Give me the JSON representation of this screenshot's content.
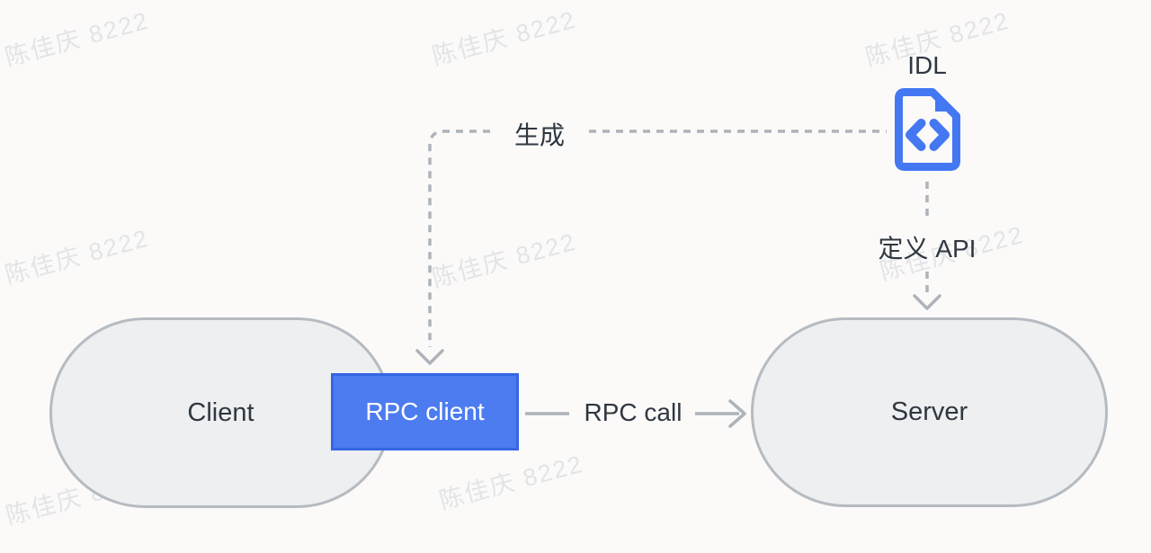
{
  "watermark": {
    "text": "陈佳庆 8222"
  },
  "nodes": {
    "client": {
      "label": "Client"
    },
    "rpc_client": {
      "label": "RPC client"
    },
    "server": {
      "label": "Server"
    },
    "idl": {
      "label": "IDL",
      "icon": "file-code-icon"
    }
  },
  "connectors": {
    "generate": {
      "label": "生成",
      "style": "dashed",
      "from": "idl",
      "to": "rpc_client"
    },
    "define_api": {
      "label": "定义 API",
      "style": "dashed",
      "from": "idl",
      "to": "server"
    },
    "rpc_call": {
      "label": "RPC call",
      "style": "solid",
      "from": "rpc_client",
      "to": "server"
    }
  },
  "colors": {
    "background": "#fbfaf9",
    "accent_blue": "#4478f2",
    "rpc_box_fill": "#4d7cf0",
    "rpc_box_border": "#3566e4",
    "node_fill": "#edeff0",
    "node_border": "#b6bbc2",
    "line_gray": "#aeb3ba",
    "text_dark": "#2f3741",
    "watermark_gray": "#e3e4e7"
  }
}
